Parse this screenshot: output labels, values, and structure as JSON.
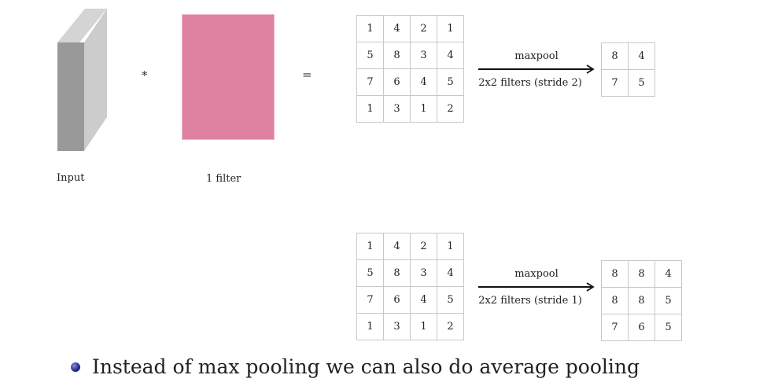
{
  "input_label": "Input",
  "filter_label": "1 filter",
  "multiply_symbol": "*",
  "equals_symbol": "=",
  "top_example": {
    "feature_map": [
      [
        "1",
        "4",
        "2",
        "1"
      ],
      [
        "5",
        "8",
        "3",
        "4"
      ],
      [
        "7",
        "6",
        "4",
        "5"
      ],
      [
        "1",
        "3",
        "1",
        "2"
      ]
    ],
    "arrow_top": "maxpool",
    "arrow_bottom": "2x2 filters (stride 2)",
    "output": [
      [
        "8",
        "4"
      ],
      [
        "7",
        "5"
      ]
    ]
  },
  "bottom_example": {
    "feature_map": [
      [
        "1",
        "4",
        "2",
        "1"
      ],
      [
        "5",
        "8",
        "3",
        "4"
      ],
      [
        "7",
        "6",
        "4",
        "5"
      ],
      [
        "1",
        "3",
        "1",
        "2"
      ]
    ],
    "arrow_top": "maxpool",
    "arrow_bottom": "2x2 filters (stride 1)",
    "output": [
      [
        "8",
        "8",
        "4"
      ],
      [
        "8",
        "8",
        "5"
      ],
      [
        "7",
        "6",
        "5"
      ]
    ]
  },
  "bullet": "Instead of max pooling we can also do average pooling",
  "colors": {
    "filter": "#df81a0",
    "cuboid_front": "#999999",
    "cuboid_side": "#cccccc",
    "cuboid_top": "#d4d4d4",
    "bullet": "#2b2b8f"
  }
}
